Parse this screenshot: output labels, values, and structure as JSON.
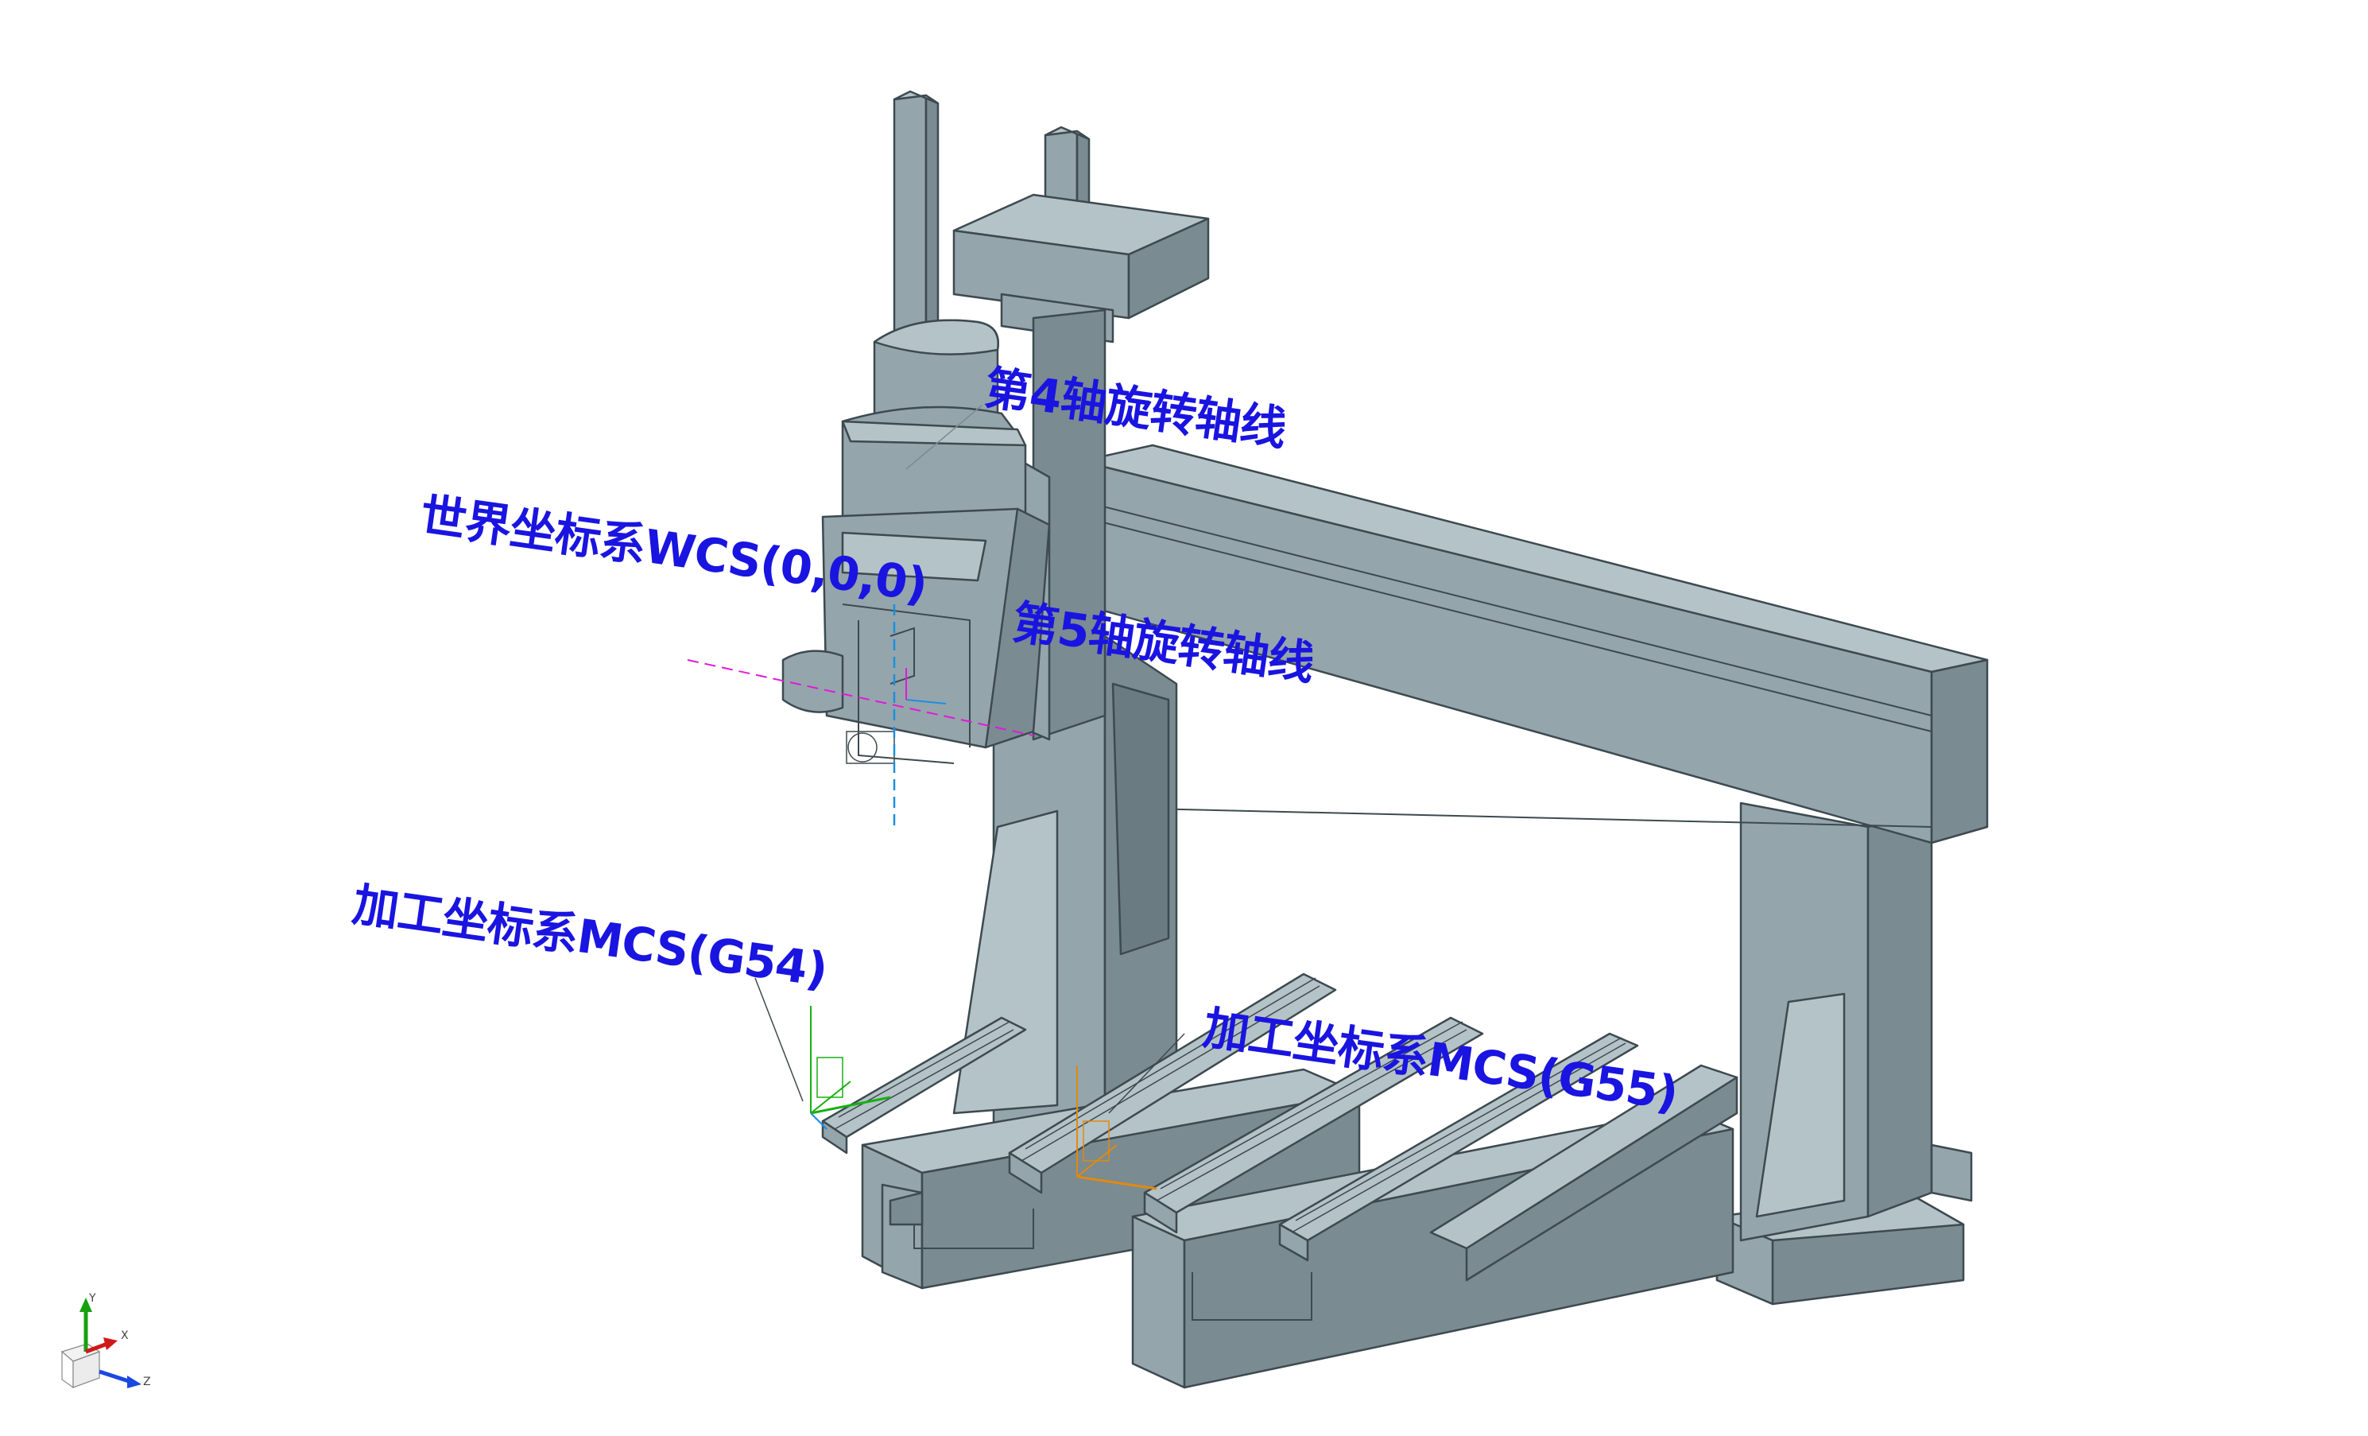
{
  "labels": {
    "axis4": "第4轴旋转轴线",
    "wcs": "世界坐标系WCS(0,0,0)",
    "axis5": "第5轴旋转轴线",
    "mcs_g54": "加工坐标系MCS(G54)",
    "mcs_g55": "加工坐标系MCS(G55)"
  },
  "triad": {
    "x": "X",
    "y": "Y",
    "z": "Z"
  },
  "colors": {
    "label": "#1a14e0",
    "machine_body": "#94a5ac",
    "machine_light": "#b4c3c8",
    "machine_dark": "#74868d",
    "edge": "#3d4a50",
    "axis_cyan": "#1a8fe0",
    "axis_magenta": "#e01ad8",
    "g54_axis": "#18b010",
    "g55_axis": "#e08a10"
  }
}
